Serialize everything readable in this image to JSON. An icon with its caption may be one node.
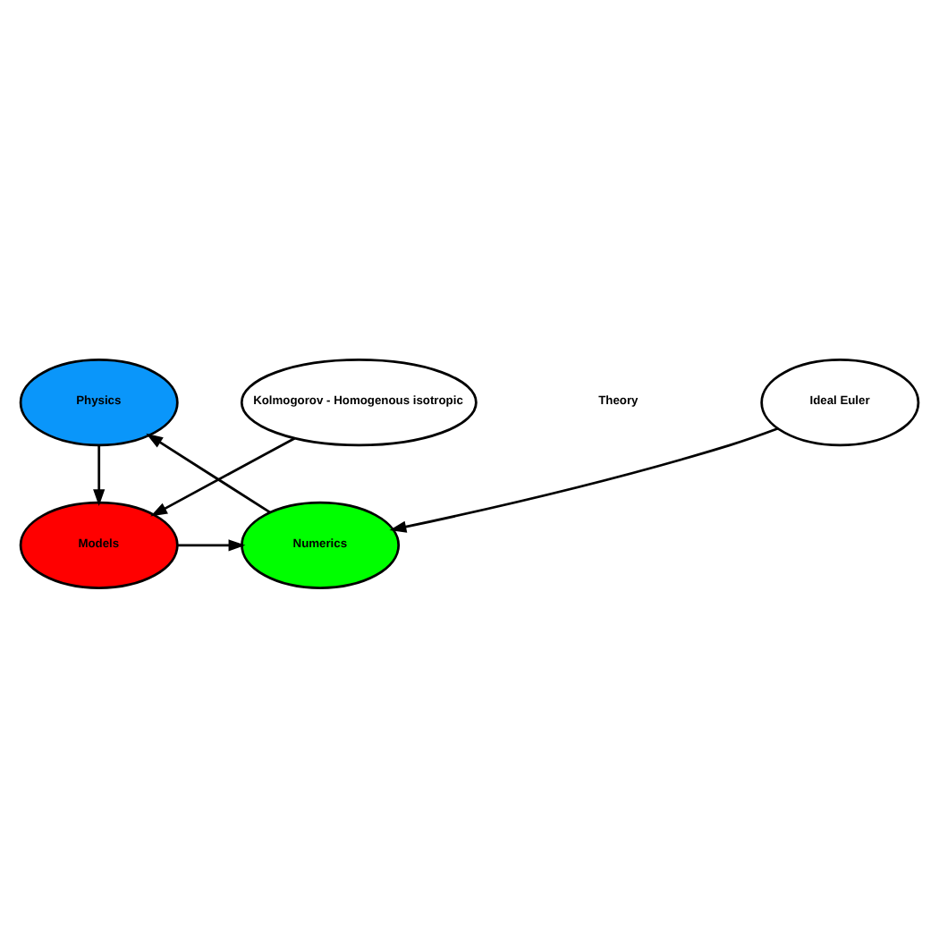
{
  "diagram": {
    "nodes": [
      {
        "text": [
          "Physics"
        ]
      },
      {
        "text": [
          "Models"
        ]
      },
      {
        "text": [
          "Numerics"
        ]
      },
      {
        "text": [
          "Kolmogorov - Homogenous isotropic"
        ]
      },
      {
        "text": [
          "Ideal Euler"
        ]
      }
    ],
    "edges": [
      {
        "from": 0,
        "to": 1,
        "arrow": "to"
      },
      {
        "from": 2,
        "to": 0,
        "arrow": "to"
      },
      {
        "from": 1,
        "to": 2,
        "arrow": "to"
      },
      {
        "from": 3,
        "to": 1,
        "arrow": "to"
      },
      {
        "from": 4,
        "to": 2,
        "arrow": "to"
      }
    ],
    "labels": [
      "Theory"
    ]
  }
}
